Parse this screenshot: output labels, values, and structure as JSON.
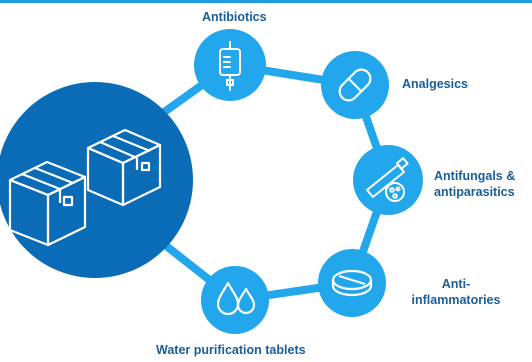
{
  "diagram": {
    "items": [
      {
        "id": "antibiotics",
        "label": "Antibiotics",
        "icon": "iv-bag-icon"
      },
      {
        "id": "analgesics",
        "label": "Analgesics",
        "icon": "capsule-icon"
      },
      {
        "id": "antifungals",
        "label": "Antifungals & antiparasitics",
        "line1": "Antifungals &",
        "line2": "antiparasitics",
        "icon": "ointment-tube-icon"
      },
      {
        "id": "anti-inflammatories",
        "label": "Anti- inflammatories",
        "line1": "Anti-",
        "line2": "inflammatories",
        "icon": "tablet-icon"
      },
      {
        "id": "water",
        "label": "Water purification tablets",
        "icon": "water-drops-icon"
      }
    ],
    "center_icon": "boxes-icon",
    "colors": {
      "dark": "#0a6cb6",
      "light": "#22a7ec",
      "text": "#1a5e9a"
    }
  }
}
